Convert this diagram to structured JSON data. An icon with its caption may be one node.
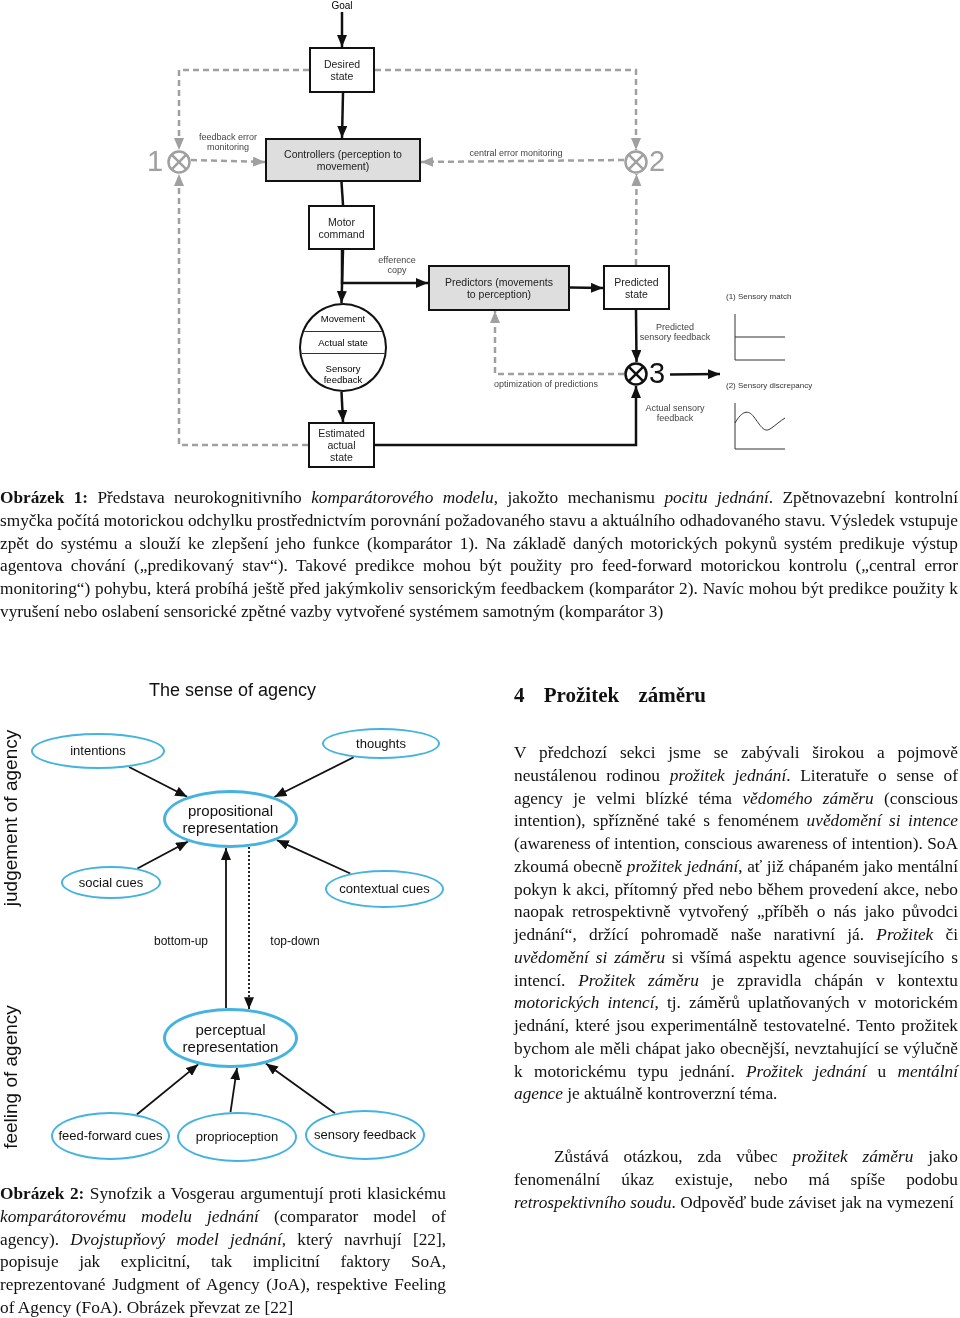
{
  "diagram": {
    "nodes": [
      {
        "text": [
          "Goal"
        ]
      },
      {
        "text": [
          "Desired state"
        ]
      },
      {
        "text": [
          "Controllers (perception to movement)"
        ]
      },
      {
        "text": [
          "Motor command"
        ]
      },
      {
        "text": [
          "Movement",
          "Actual state",
          "Sensory feedback"
        ]
      },
      {
        "text": [
          "Estimated actual state"
        ]
      },
      {
        "text": [
          "Predictors (movements to perception)"
        ]
      },
      {
        "text": [
          "Predicted state"
        ]
      },
      {
        "text": [],
        "shape": "circle",
        "beside": [
          "1"
        ]
      },
      {
        "text": [],
        "shape": "circle",
        "beside": [
          "2"
        ]
      },
      {
        "text": [],
        "shape": "circle",
        "beside": [
          "3"
        ]
      },
      {
        "text": [
          "(1) Sensory match",
          "(2) Sensory discrepancy"
        ]
      },
      {
        "text": [
          "intentions"
        ]
      },
      {
        "text": [
          "thoughts"
        ]
      },
      {
        "text": [
          "propositional representation"
        ]
      },
      {
        "text": [
          "social cues"
        ]
      },
      {
        "text": [
          "contextual cues"
        ]
      },
      {
        "text": [
          "perceptual representation"
        ]
      },
      {
        "text": [
          "feed-forward cues"
        ]
      },
      {
        "text": [
          "proprioception"
        ]
      },
      {
        "text": [
          "sensory feedback"
        ]
      }
    ],
    "edges": [
      {
        "from": 0,
        "to": 1,
        "arrow": "to"
      },
      {
        "from": 1,
        "to": 2,
        "arrow": "to"
      },
      {
        "from": 2,
        "to": 3,
        "arrow": "none"
      },
      {
        "from": 3,
        "to": 4,
        "arrow": "to"
      },
      {
        "from": 3,
        "to": 6,
        "arrow": "to",
        "label": "efference copy"
      },
      {
        "from": 4,
        "to": 5,
        "arrow": "to"
      },
      {
        "from": 6,
        "to": 7,
        "arrow": "to"
      },
      {
        "from": 7,
        "to": 10,
        "arrow": "to",
        "label": "Predicted sensory feedback"
      },
      {
        "from": 5,
        "to": 10,
        "arrow": "to",
        "label": "Actual sensory feedback"
      },
      {
        "from": 10,
        "to": 6,
        "arrow": "to",
        "label": "optimization of predictions",
        "style": "dashed",
        "color": "#a0a0a0"
      },
      {
        "from": 10,
        "to": 11,
        "arrow": "to"
      },
      {
        "from": 1,
        "to": 8,
        "arrow": "to",
        "style": "dashed",
        "color": "#a0a0a0"
      },
      {
        "from": 5,
        "to": 8,
        "arrow": "to",
        "style": "dashed",
        "color": "#a0a0a0"
      },
      {
        "from": 8,
        "to": 2,
        "arrow": "to",
        "label": "feedback error monitoring",
        "style": "dashed",
        "color": "#a0a0a0"
      },
      {
        "from": 1,
        "to": 9,
        "arrow": "to",
        "style": "dashed",
        "color": "#a0a0a0"
      },
      {
        "from": 7,
        "to": 9,
        "arrow": "to",
        "style": "dashed",
        "color": "#a0a0a0"
      },
      {
        "from": 9,
        "to": 2,
        "arrow": "to",
        "label": "central error monitoring",
        "style": "dashed",
        "color": "#a0a0a0"
      },
      {
        "from": 12,
        "to": 14,
        "arrow": "to"
      },
      {
        "from": 13,
        "to": 14,
        "arrow": "to"
      },
      {
        "from": 15,
        "to": 14,
        "arrow": "to"
      },
      {
        "from": 16,
        "to": 14,
        "arrow": "to"
      },
      {
        "from": 17,
        "to": 14,
        "arrow": "to",
        "label": "bottom-up"
      },
      {
        "from": 14,
        "to": 17,
        "arrow": "to",
        "label": "top-down",
        "style": "dashed"
      },
      {
        "from": 18,
        "to": 17,
        "arrow": "to"
      },
      {
        "from": 19,
        "to": 17,
        "arrow": "to"
      },
      {
        "from": 20,
        "to": 17,
        "arrow": "to"
      }
    ],
    "labels": [
      "**Obrázek 1:** Představa neurokognitivního *komparátorového modelu*, jakožto mechanismu *pocitu jednání*. Zpětnovazební kontrolní smyčka počítá motorickou odchylku prostřednictvím porovnání požadovaného stavu a aktuálního odhadovaného stavu. Výsledek vstupuje zpět do systému a slouží ke zlepšení jeho funkce (komparátor 1). Na základě daných motorických pokynů systém predikuje výstup agentova chování („predikovaný stav“). Takové predikce mohou být použity pro feed-forward motorickou kontrolu („central error monitoring“) pohybu, která probíhá ještě před jakýmkoliv sensorickým feedbackem (komparátor 2). Navíc mohou být predikce použity k vyrušení nebo oslabení sensorické zpětné vazby vytvořené systémem samotným (komparátor 3)",
      "The sense of agency",
      "judgement of agency",
      "feeling of agency",
      "**Obrázek 2:** Synofzik a Vosgerau argumentují proti klasickému *komparátorovému modelu jednání* (comparator model of agency). *Dvojstupňový model jednání*, který navrhují [22], popisuje jak explicitní, tak implicitní faktory SoA, reprezentované Judgment of Agency (JoA), respektive Feeling of Agency (FoA). Obrázek převzat ze [22]",
      "4 Prožitek záměru",
      "V předchozí sekci jsme se zabývali širokou a pojmově neustálenou rodinou *prožitek jednání*. Literatuře o sense of agency je velmi blízké téma *vědomého záměru* (conscious intention), spřízněné také s fenoménem *uvědomění si intence* (awareness of intention, conscious awareness of intention). SoA zkoumá obecně *prožitek jednání*, ať již chápaném jako mentální pokyn k akci, přítomný před nebo během provedení akce, nebo naopak retrospektivně vytvořený „příběh o nás jako původci jednání“, držící pohromadě naše narativní já. *Prožitek* či *uvědomění si záměru* si všímá aspektu agence souvisejícího s intencí. *Prožitek záměru* je zpravidla chápán v kontextu *motorických intencí*, tj. záměrů uplatňovaných v motorickém jednání, které jsou experimentálně testovatelné. Tento prožitek bychom ale měli chápat jako obecnější, nevztahující se výlučně k motorickému typu jednání. *Prožitek jednání* u *mentální agence* je aktuálně kontroverzní téma.",
      "Zůstává otázkou, zda vůbec *prožitek záměru* jako fenomenální úkaz existuje, nebo má spíše podobu *retrospektivního soudu*. Odpověď bude záviset jak na vymezení"
    ]
  }
}
